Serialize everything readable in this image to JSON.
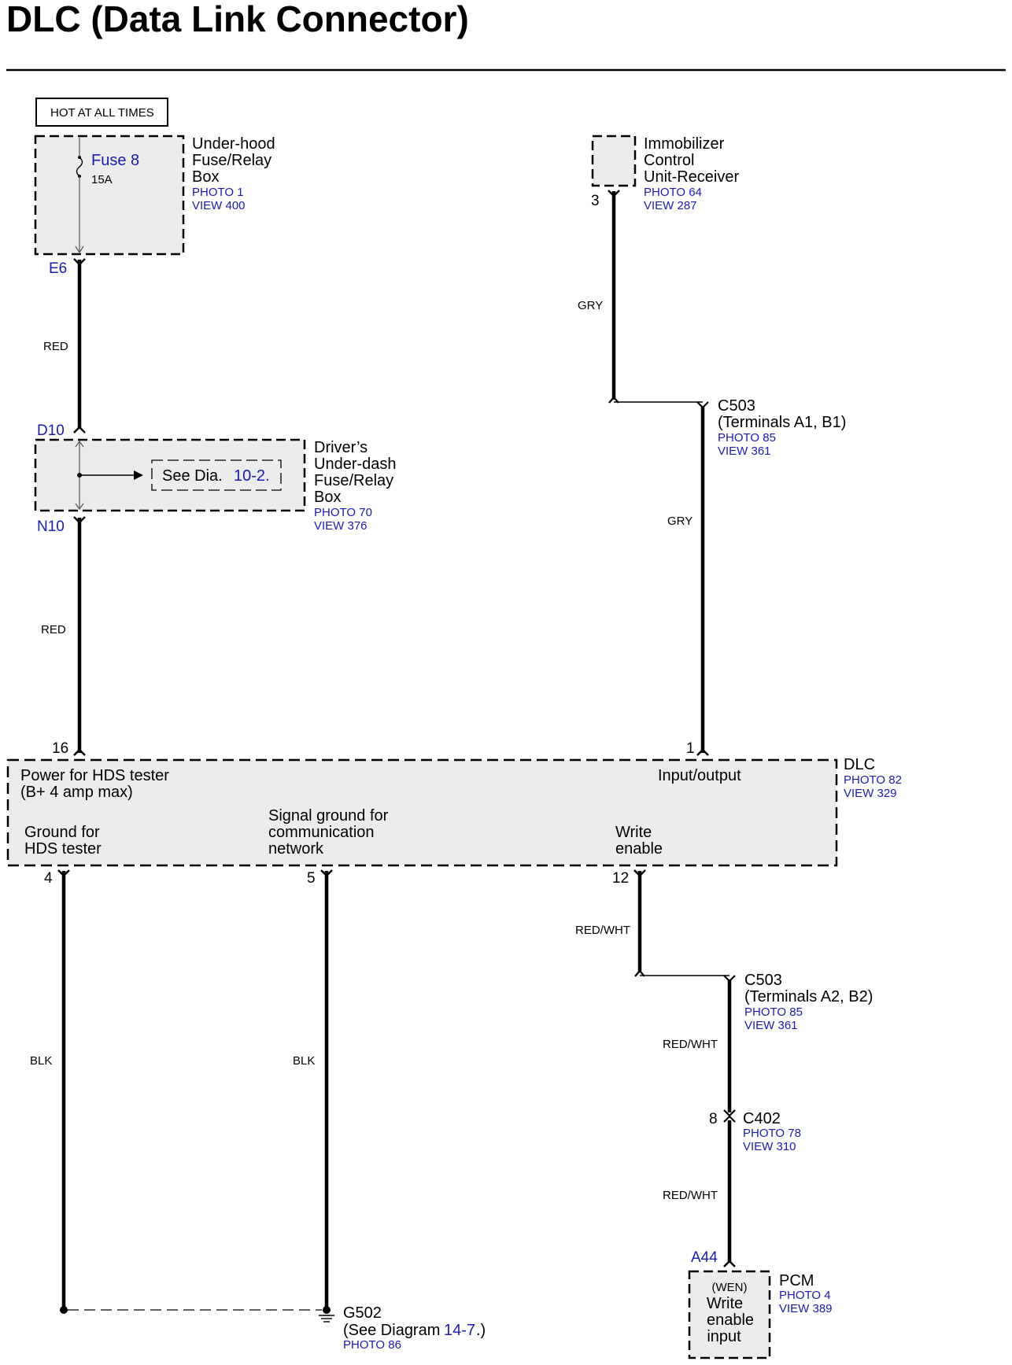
{
  "title": "DLC (Data Link Connector)",
  "hot_label": "HOT AT ALL TIMES",
  "fuse": {
    "name": "Fuse 8",
    "rating": "15A"
  },
  "underhood_box": {
    "line1": "Under-hood",
    "line2": "Fuse/Relay",
    "line3": "Box",
    "photo": "PHOTO 1",
    "view": "VIEW 400",
    "pin_out": "E6"
  },
  "immobilizer": {
    "line1": "Immobilizer",
    "line2": "Control",
    "line3": "Unit-Receiver",
    "photo": "PHOTO 64",
    "view": "VIEW 287",
    "pin": "3"
  },
  "driver_box": {
    "line1": "Driver’s",
    "line2": "Under-dash",
    "line3": "Fuse/Relay",
    "line4": "Box",
    "photo": "PHOTO 70",
    "view": "VIEW 376",
    "pin_in": "D10",
    "pin_out": "N10",
    "see_text": "See Dia.",
    "see_ref": "10-2."
  },
  "c503_top": {
    "name": "C503",
    "terminals": "(Terminals A1, B1)",
    "photo": "PHOTO 85",
    "view": "VIEW 361"
  },
  "c503_bottom": {
    "name": "C503",
    "terminals": "(Terminals A2, B2)",
    "photo": "PHOTO 85",
    "view": "VIEW 361"
  },
  "c402": {
    "name": "C402",
    "pin": "8",
    "photo": "PHOTO 78",
    "view": "VIEW 310"
  },
  "wires": {
    "red1": "RED",
    "red2": "RED",
    "gry1": "GRY",
    "gry2": "GRY",
    "blk1": "BLK",
    "blk2": "BLK",
    "redwht1": "RED/WHT",
    "redwht2": "RED/WHT",
    "redwht3": "RED/WHT"
  },
  "dlc": {
    "name": "DLC",
    "photo": "PHOTO 82",
    "view": "VIEW 329",
    "power_line1": "Power for HDS tester",
    "power_line2": "(B+ 4 amp max)",
    "power_pin": "16",
    "io_label": "Input/output",
    "io_pin": "1",
    "gnd_line1": "Ground for",
    "gnd_line2": "HDS tester",
    "gnd_pin": "4",
    "sig_line1": "Signal ground for",
    "sig_line2": "communication",
    "sig_line3": "network",
    "sig_pin": "5",
    "we_line1": "Write",
    "we_line2": "enable",
    "we_pin": "12"
  },
  "g502": {
    "name": "G502",
    "see_text": "(See Diagram",
    "see_ref": "14-7",
    "see_end": ".)",
    "photo": "PHOTO 86"
  },
  "pcm": {
    "name": "PCM",
    "photo": "PHOTO 4",
    "view": "VIEW 389",
    "pin": "A44",
    "wen": "(WEN)",
    "line1": "Write",
    "line2": "enable",
    "line3": "input"
  }
}
